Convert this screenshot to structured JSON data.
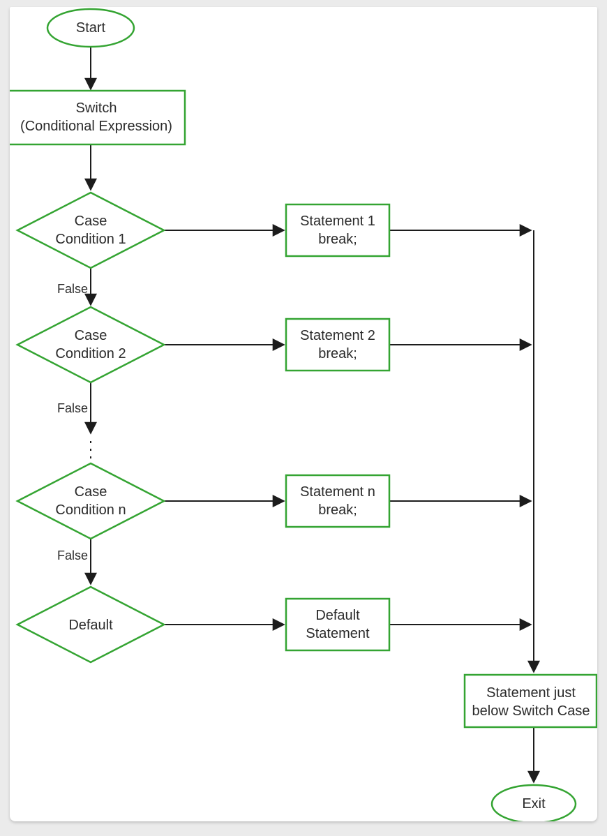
{
  "colors": {
    "green": "#34a432",
    "line": "#1c1c1c",
    "text": "#2b2b2b",
    "bg": "#ebebeb",
    "surface": "#ffffff"
  },
  "nodes": {
    "start": {
      "label": "Start"
    },
    "switch": {
      "line1": "Switch",
      "line2": "(Conditional Expression)"
    },
    "case1": {
      "line1": "Case",
      "line2": "Condition 1"
    },
    "case2": {
      "line1": "Case",
      "line2": "Condition 2"
    },
    "casen": {
      "line1": "Case",
      "line2": "Condition n"
    },
    "default_case": {
      "label": "Default"
    },
    "stmt1": {
      "line1": "Statement 1",
      "line2": "break;"
    },
    "stmt2": {
      "line1": "Statement 2",
      "line2": "break;"
    },
    "stmtn": {
      "line1": "Statement n",
      "line2": "break;"
    },
    "stmt_default": {
      "line1": "Default",
      "line2": "Statement"
    },
    "stmt_below": {
      "line1": "Statement just",
      "line2": "below Switch Case"
    },
    "exit": {
      "label": "Exit"
    }
  },
  "edge_labels": {
    "false_1": "False",
    "false_2": "False",
    "false_n": "False"
  }
}
